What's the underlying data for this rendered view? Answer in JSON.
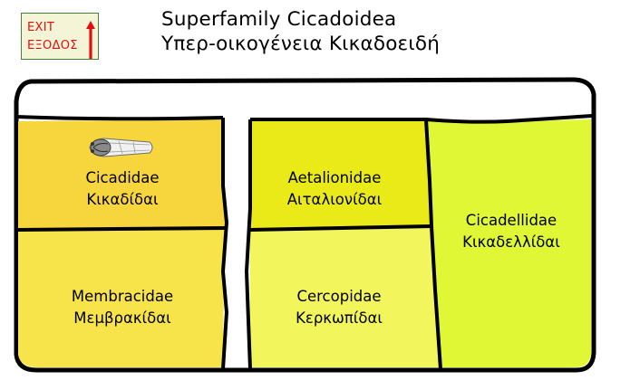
{
  "exit_button": {
    "line1": "EXIT",
    "line2": "ΕΞΟΔΟΣ",
    "icon": "up-arrow-icon",
    "color": "#e01010"
  },
  "title": {
    "english": "Superfamily Cicadoidea",
    "greek": "Υπερ-οικογένεια Κικαδοειδή"
  },
  "families": [
    {
      "id": "cicadidae",
      "latin": "Cicadidae",
      "greek": "Κικαδίδαι",
      "color": "#f7d63d"
    },
    {
      "id": "membracidae",
      "latin": "Membracidae",
      "greek": "Μεμβρακίδαι",
      "color": "#f7e34a"
    },
    {
      "id": "aetalionidae",
      "latin": "Aetalionidae",
      "greek": "Αιταλιονίδαι",
      "color": "#e9ea17"
    },
    {
      "id": "cercopidae",
      "latin": "Cercopidae",
      "greek": "Κερκωπίδαι",
      "color": "#f3f55c"
    },
    {
      "id": "cicadellidae",
      "latin": "Cicadellidae",
      "greek": "Κικαδελλίδαι",
      "color": "#dff735"
    }
  ],
  "icons": {
    "cicadidae_image": "cicada-icon"
  }
}
